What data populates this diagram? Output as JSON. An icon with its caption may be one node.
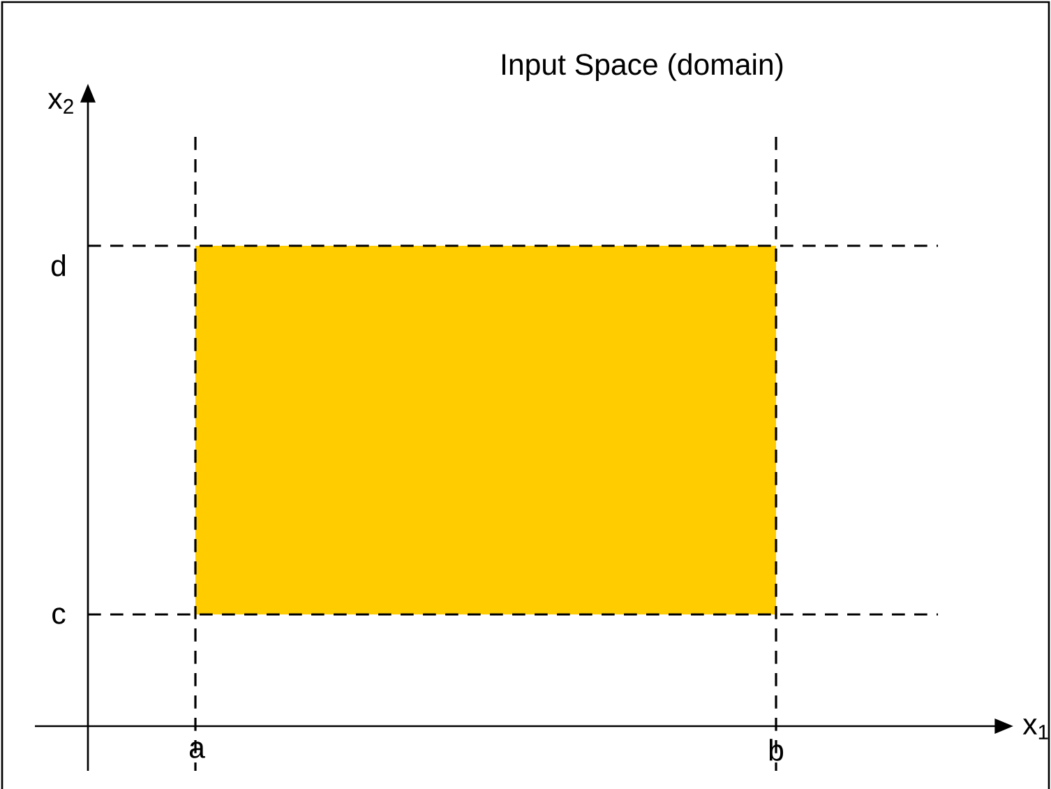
{
  "diagram": {
    "title": "Input Space (domain)",
    "nodes": [
      {
        "text": [],
        "shape": "box"
      }
    ],
    "labels": [
      "x$_{2}$",
      "d",
      "c",
      "a",
      "b",
      "x$_{1}$"
    ]
  }
}
